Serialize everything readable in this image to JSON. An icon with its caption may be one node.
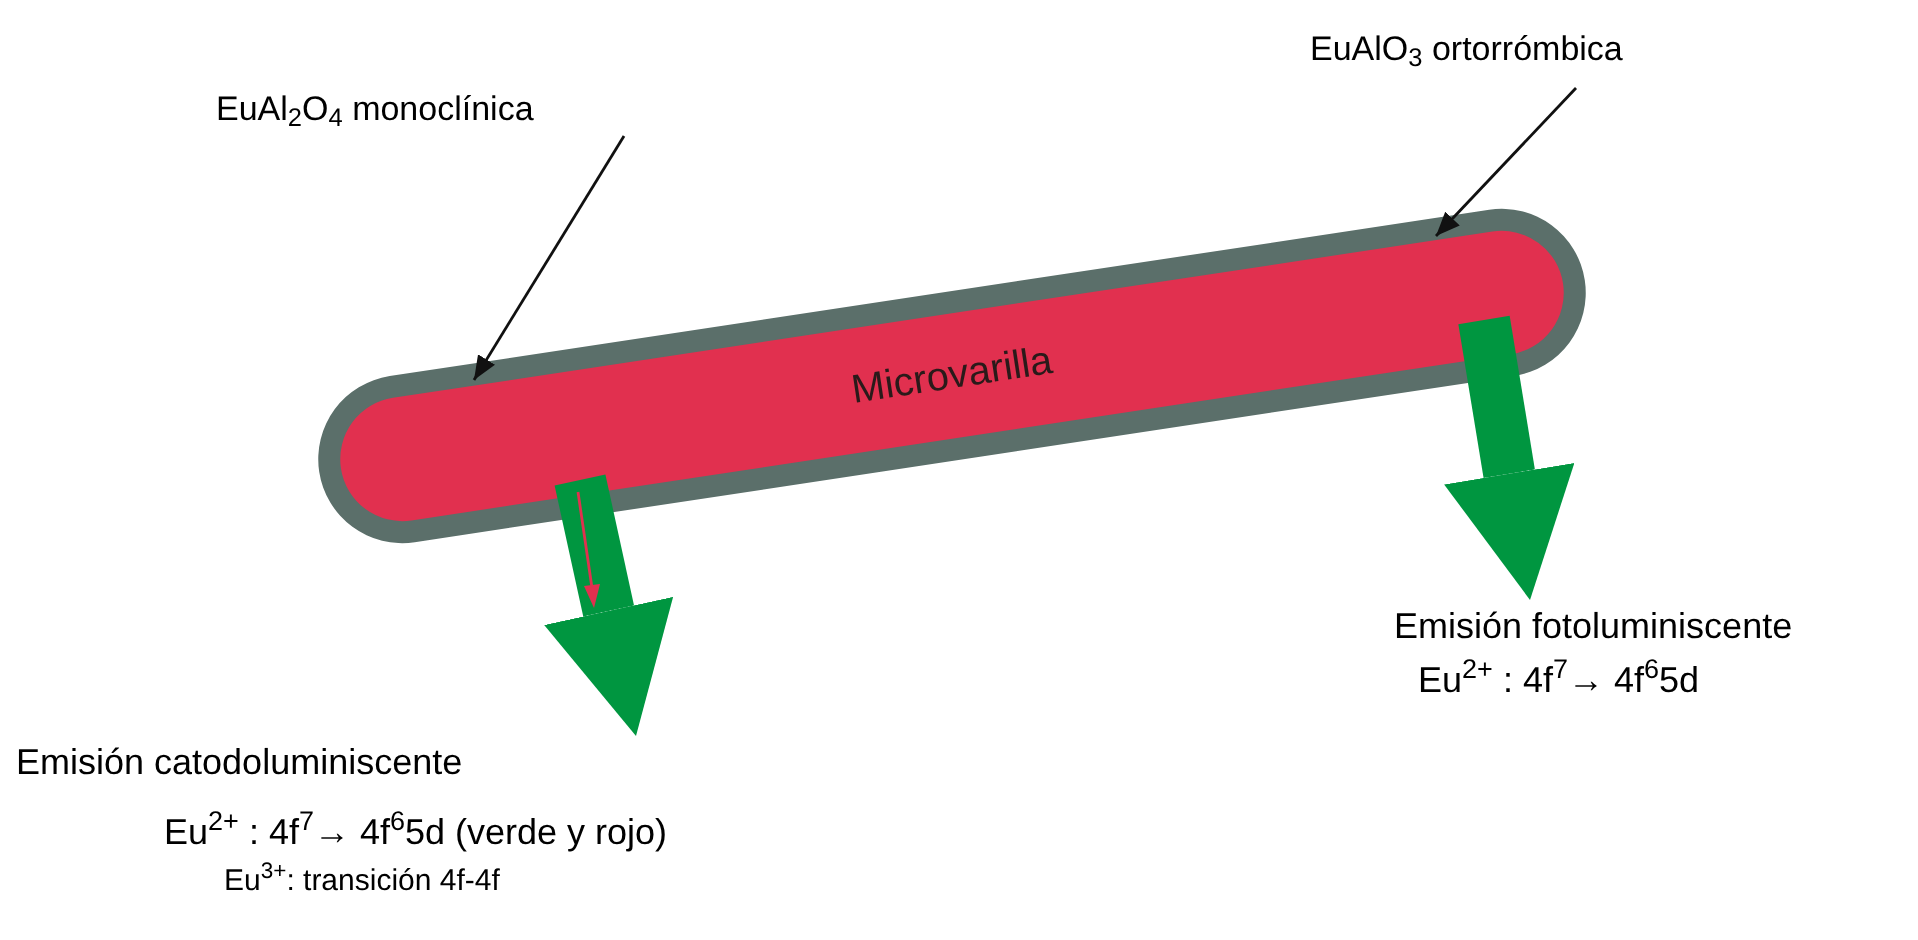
{
  "diagram": {
    "nodes": [
      {
        "text": [
          "EuAl$_{2}$O$_{4}$  monoclínica"
        ]
      },
      {
        "text": [
          "EuAlO$_{3}$ ortorrómbica"
        ]
      },
      {
        "text": [],
        "shape": "bar"
      },
      {
        "text": [
          "Microvarilla"
        ],
        "in": 2
      },
      {
        "text": [
          "Emisión fotoluminiscente",
          "Eu$^{2+}$ : 4f$^{7}$→ 4f$^{6}$5d"
        ]
      },
      {
        "text": [
          "Emisión catodoluminiscente",
          "Eu$^{2+}$ : 4f$^{7}$→ 4f$^{6}$5d  (verde y rojo)",
          "Eu$^{3+}$: transición 4f-4f"
        ]
      }
    ],
    "edges": [
      {
        "from": 0,
        "to": 2,
        "arrow": "to"
      },
      {
        "from": 1,
        "to": 3,
        "arrow": "to"
      },
      {
        "from": 3,
        "to": 4,
        "arrow": "to",
        "style": "thick",
        "color": "#009640"
      },
      {
        "from": 3,
        "to": 5,
        "arrow": "to",
        "style": "thick",
        "color": "#009640"
      }
    ]
  }
}
